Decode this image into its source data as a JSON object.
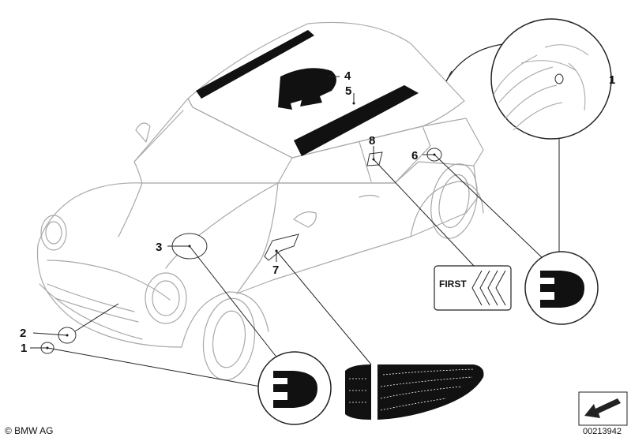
{
  "callouts": {
    "c1_top": "1",
    "c1_bottom": "1",
    "c2": "2",
    "c3": "3",
    "c4": "4",
    "c5": "5",
    "c6": "6",
    "c7": "7",
    "c8": "8"
  },
  "badge_text": "FIRST",
  "footer": {
    "copyright": "© BMW AG",
    "diagram_number": "00213942"
  }
}
